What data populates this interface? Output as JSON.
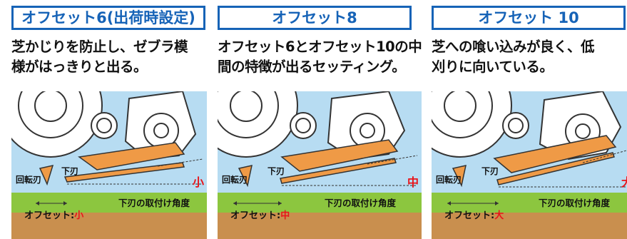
{
  "panels": [
    {
      "title": "オフセット6(出荷時設定)",
      "desc_line1": "芝かじりを防止し、ゼブラ模",
      "desc_line2": "様がはっきりと出る。",
      "label_rotating_blade": "回転刃",
      "label_lower_blade": "下刃",
      "label_angle": "下刃の取付け角度",
      "label_offset": "オフセット:",
      "offset_value": "小",
      "angle_value": "小"
    },
    {
      "title": "オフセット8",
      "desc_line1": "オフセット6とオフセット10の中",
      "desc_line2": "間の特徴が出るセッティング。",
      "label_rotating_blade": "回転刃",
      "label_lower_blade": "下刃",
      "label_angle": "下刃の取付け角度",
      "label_offset": "オフセット:",
      "offset_value": "中",
      "angle_value": "中"
    },
    {
      "title": "オフセット 10",
      "desc_line1": "芝への喰い込みが良く、低",
      "desc_line2": "刈りに向いている。",
      "label_rotating_blade": "回転刃",
      "label_lower_blade": "下刃",
      "label_angle": "下刃の取付け角度",
      "label_offset": "オフセット:",
      "offset_value": "大",
      "angle_value": "大"
    }
  ],
  "colors": {
    "title_border": "#1663b7",
    "accent_red": "#e8141a",
    "blade_orange": "#ef9a46",
    "sky": "#b7dcf2",
    "grass": "#8cc63f",
    "soil": "#c98f4e"
  }
}
